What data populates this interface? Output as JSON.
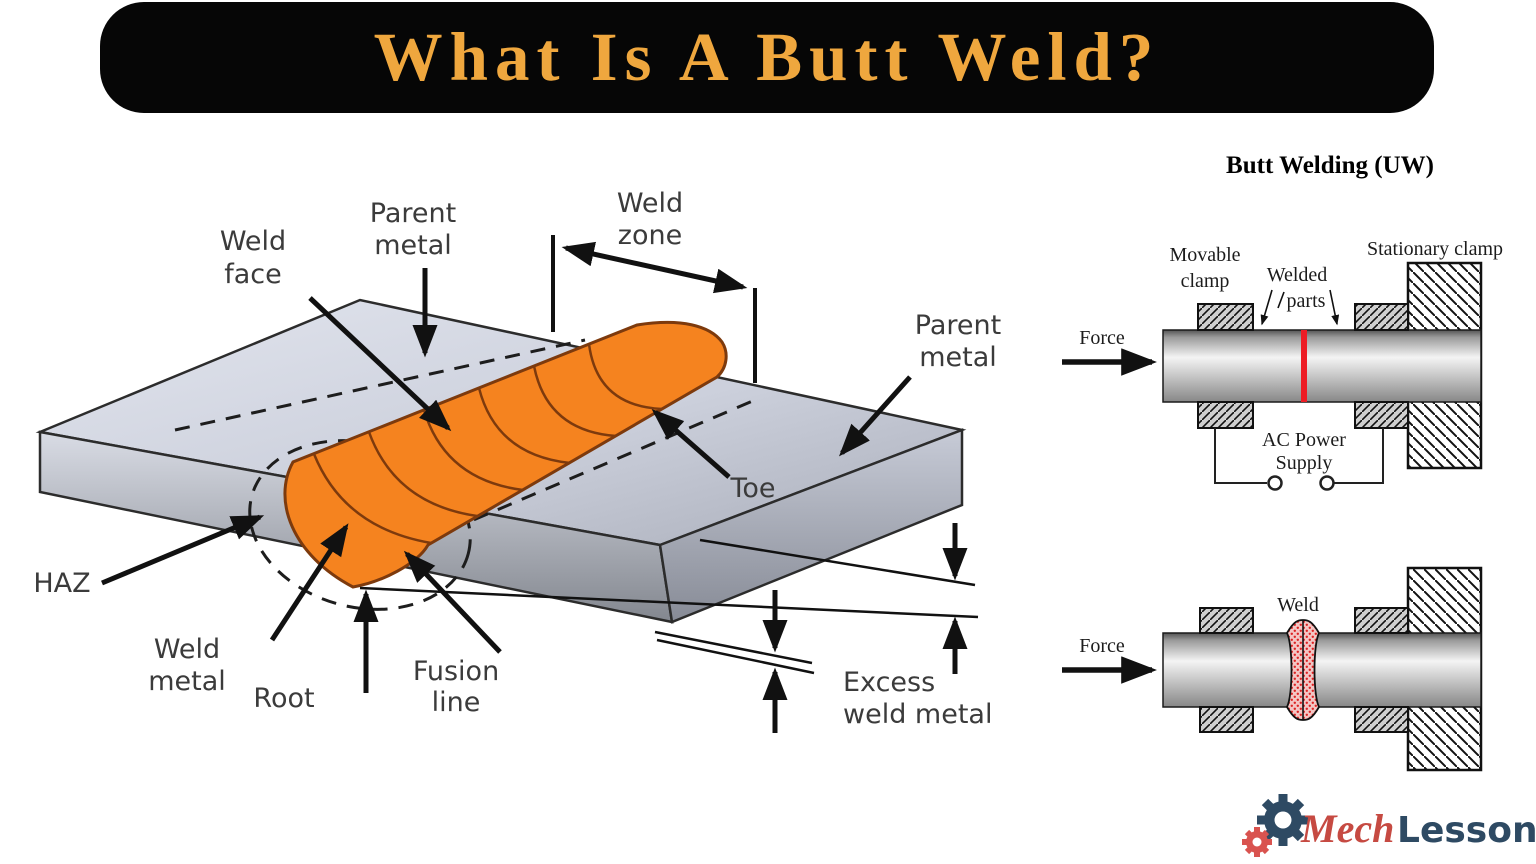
{
  "banner": {
    "title": "What Is A Butt Weld?"
  },
  "colors": {
    "banner_bg": "#060606",
    "banner_text": "#efa73e",
    "weld_orange": "#f5831f",
    "weld_outline": "#7d3a0d",
    "plate_light": "#dde0ea",
    "red_weld_line": "#ed1c24",
    "logo_red": "#c64a42",
    "logo_navy": "#2e4a63"
  },
  "left_diagram": {
    "labels": {
      "weld_face": [
        "Weld",
        "face"
      ],
      "parent_metal_left": [
        "Parent",
        "metal"
      ],
      "weld_zone": [
        "Weld",
        "zone"
      ],
      "parent_metal_right": [
        "Parent",
        "metal"
      ],
      "toe": "Toe",
      "haz": "HAZ",
      "weld_metal": [
        "Weld",
        "metal"
      ],
      "root": "Root",
      "fusion_line": [
        "Fusion",
        "line"
      ],
      "excess_weld_metal": [
        "Excess",
        "weld metal"
      ]
    }
  },
  "right_diagram": {
    "title": "Butt Welding (UW)",
    "top": {
      "force": "Force",
      "movable_clamp": [
        "Movable",
        "clamp"
      ],
      "welded_parts": [
        "Welded",
        "parts"
      ],
      "stationary_clamp": "Stationary clamp",
      "ac_power": [
        "AC Power",
        "Supply"
      ]
    },
    "bottom": {
      "force": "Force",
      "weld": "Weld"
    }
  },
  "logo": {
    "brand_italic": "Mech",
    "brand_bold": "Lesson"
  }
}
